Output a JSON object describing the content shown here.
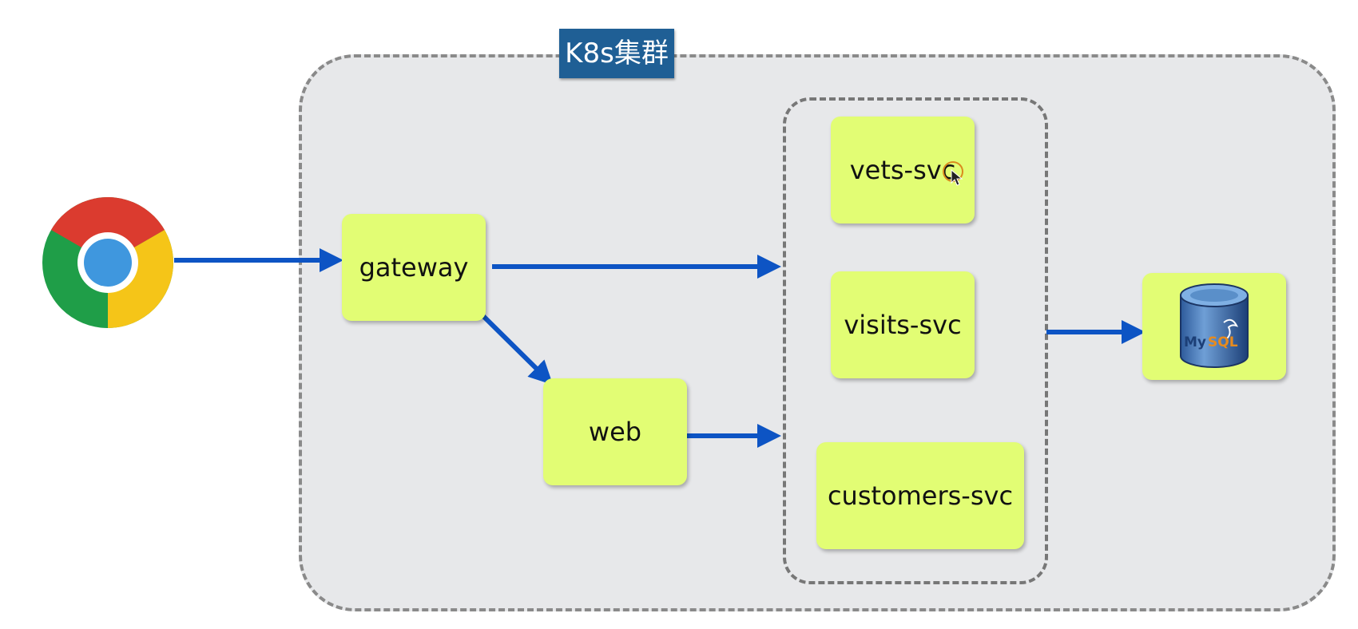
{
  "cluster": {
    "title": "K8s集群"
  },
  "nodes": {
    "gateway": "gateway",
    "web": "web",
    "vets": "vets-svc",
    "visits": "visits-svc",
    "customers": "customers-svc"
  },
  "database": {
    "logo_text_my": "My",
    "logo_text_sql": "SQL",
    "icon": "mysql-database-icon"
  },
  "client": {
    "icon": "chrome-browser-icon"
  },
  "colors": {
    "arrow": "#0d54c4",
    "node_fill": "#e2fd74",
    "cluster_fill": "#e7e8ea",
    "title_fill": "#1f5f95"
  }
}
